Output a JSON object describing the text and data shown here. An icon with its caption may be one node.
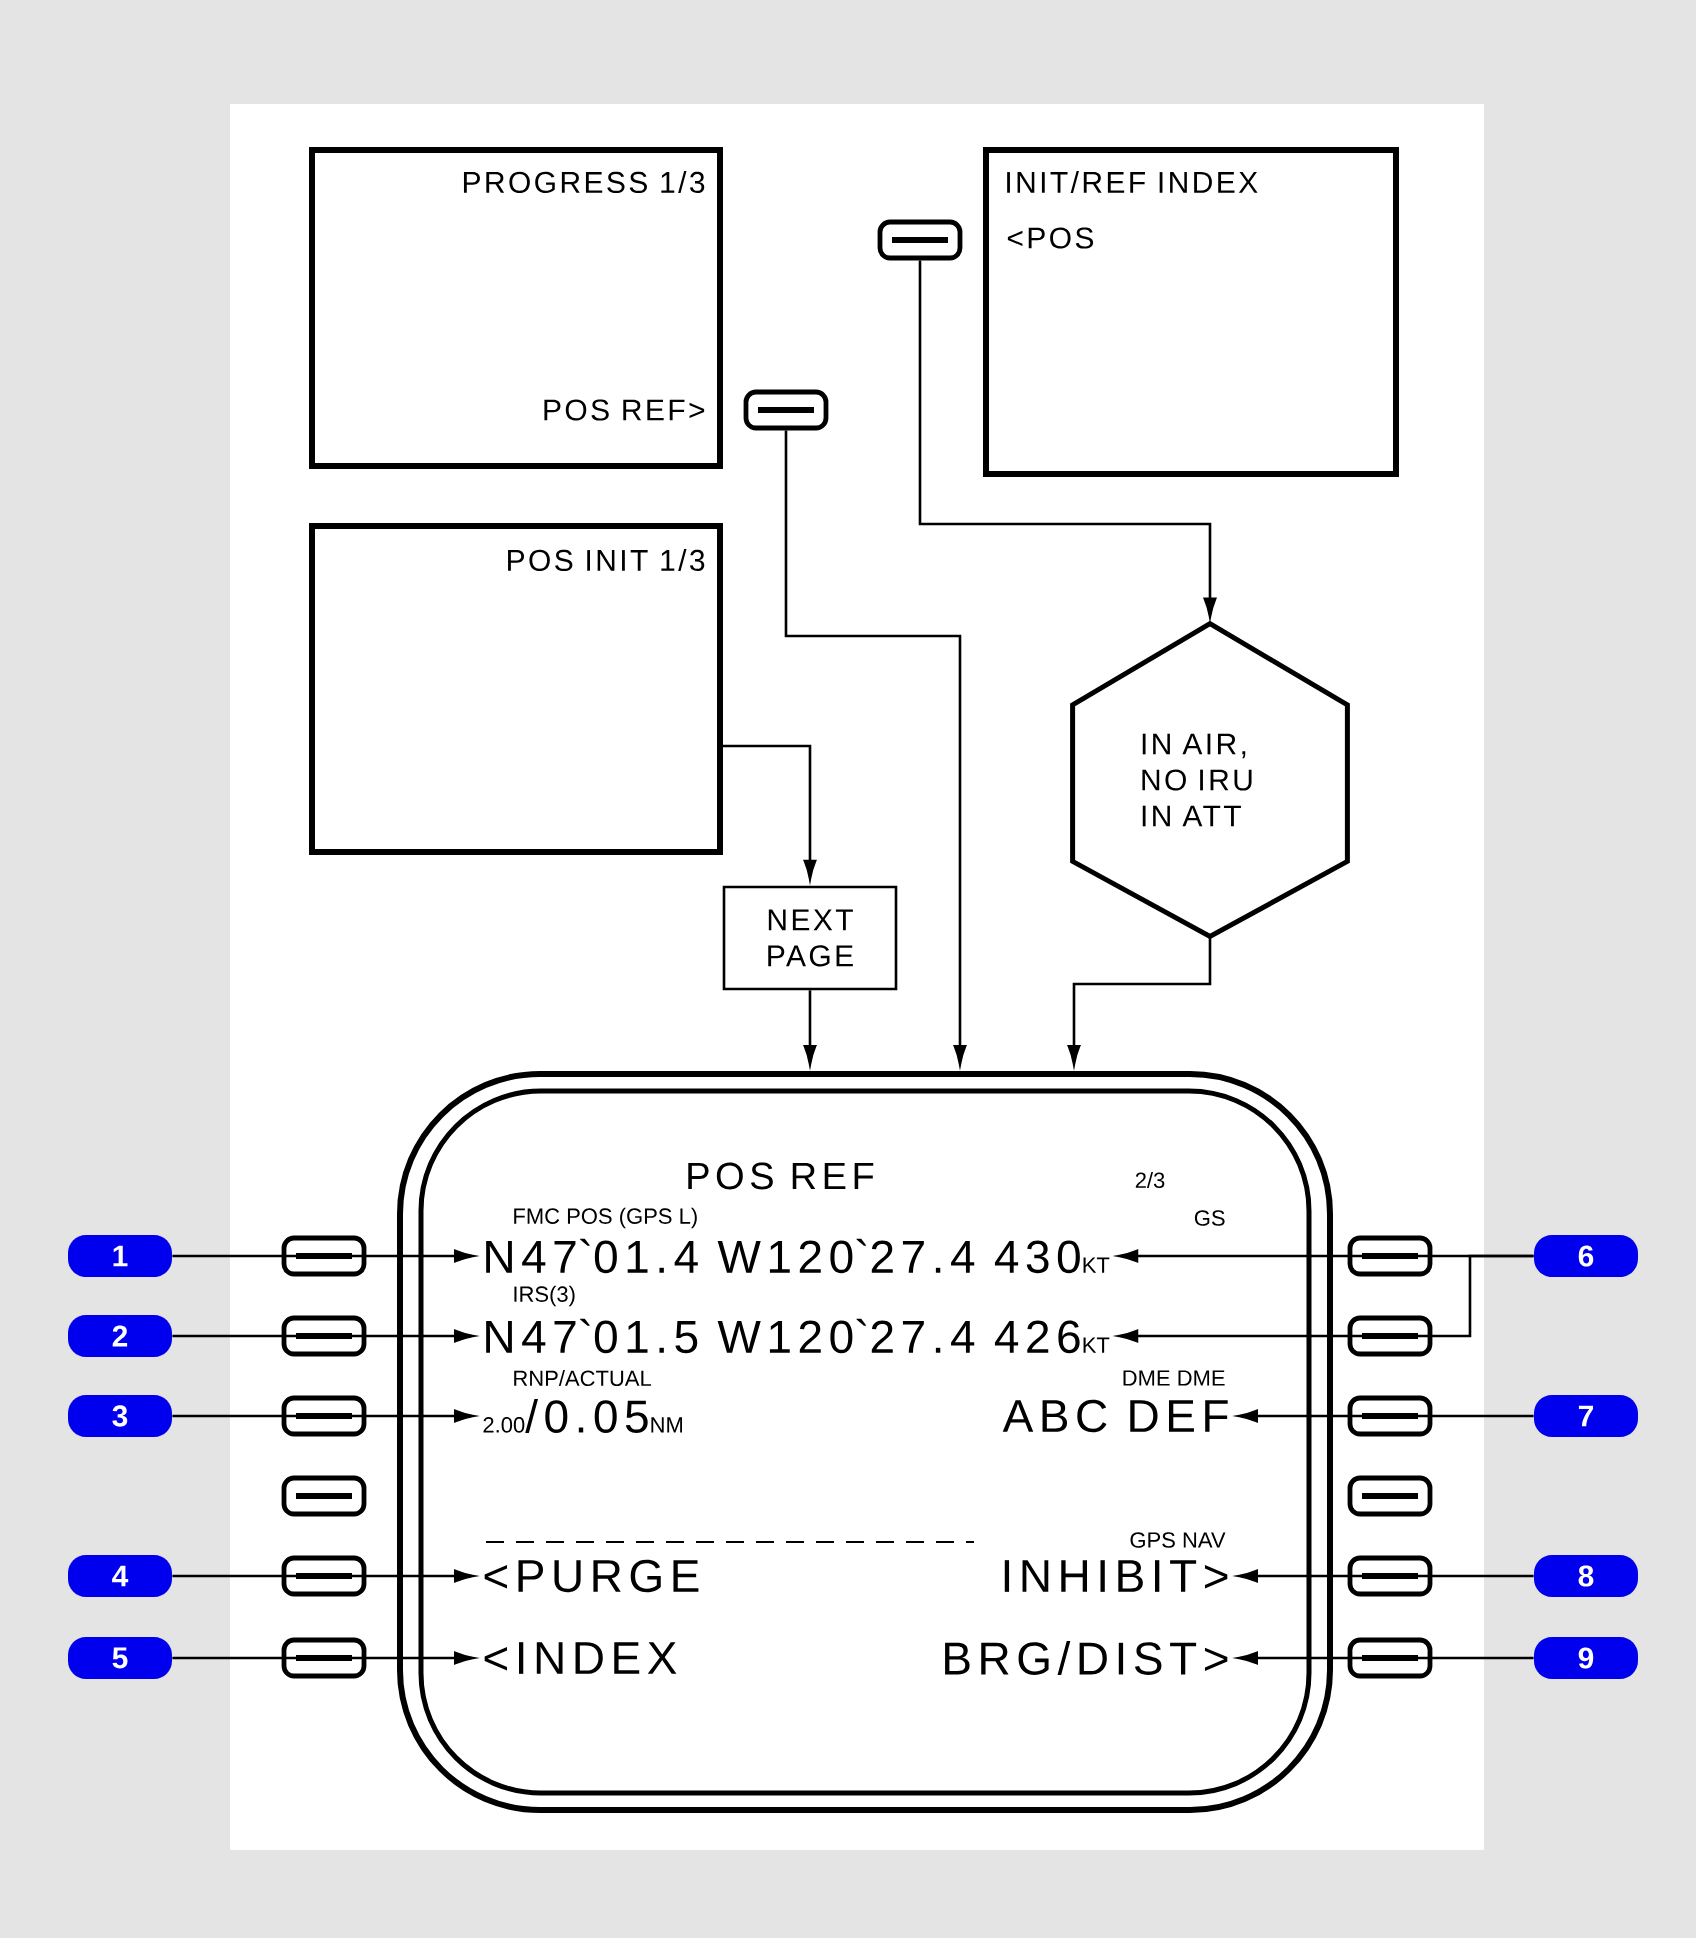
{
  "diagram": {
    "nodes": [
      {
        "text": [
          "PROGRESS 1/3",
          "POS REF>"
        ]
      },
      {
        "text": [],
        "shape": "button"
      },
      {
        "text": [],
        "shape": "button"
      },
      {
        "text": [
          "INIT/REF INDEX",
          "<POS"
        ]
      },
      {
        "text": [
          "POS INIT 1/3"
        ]
      },
      {
        "text": [
          "IN AIR, NO IRU IN ATT"
        ]
      },
      {
        "text": [
          "NEXT PAGE"
        ]
      },
      {
        "text": [
          "POS REF",
          "2/3"
        ]
      },
      {
        "text": [
          "N47`01.4 W120`27.4 430",
          "KT"
        ],
        "in": 7
      },
      {
        "text": [
          "N47`01.5 W120`27.4 426",
          "KT"
        ],
        "in": 7
      },
      {
        "text": [
          "2.00",
          "/0.05",
          "NM"
        ],
        "in": 7
      },
      {
        "text": [
          "ABC DEF"
        ],
        "in": 7
      },
      {
        "text": [
          "<PURGE"
        ],
        "in": 7
      },
      {
        "text": [
          "INHIBIT>"
        ],
        "in": 7
      },
      {
        "text": [
          "<INDEX"
        ],
        "in": 7
      },
      {
        "text": [
          "BRG/DIST>"
        ],
        "in": 7
      },
      {
        "text": [
          "1"
        ]
      },
      {
        "text": [
          "2"
        ]
      },
      {
        "text": [
          "3"
        ]
      },
      {
        "text": [
          "4"
        ]
      },
      {
        "text": [
          "5"
        ]
      },
      {
        "text": [
          "6"
        ]
      },
      {
        "text": [
          "7"
        ]
      },
      {
        "text": [
          "8"
        ]
      },
      {
        "text": [
          "9"
        ]
      }
    ],
    "edges": [
      {
        "from": 1,
        "to": 7,
        "arrow": "to"
      },
      {
        "from": 2,
        "to": 5,
        "arrow": "to"
      },
      {
        "from": 4,
        "to": 6,
        "arrow": "to"
      },
      {
        "from": 6,
        "to": 7,
        "arrow": "to"
      },
      {
        "from": 5,
        "to": 7,
        "arrow": "to"
      },
      {
        "from": 16,
        "to": 8,
        "arrow": "to"
      },
      {
        "from": 17,
        "to": 9,
        "arrow": "to"
      },
      {
        "from": 18,
        "to": 10,
        "arrow": "to"
      },
      {
        "from": 19,
        "to": 12,
        "arrow": "to"
      },
      {
        "from": 20,
        "to": 14,
        "arrow": "to"
      },
      {
        "from": 21,
        "to": 8,
        "arrow": "to"
      },
      {
        "from": 21,
        "to": 9,
        "arrow": "to"
      },
      {
        "from": 22,
        "to": 11,
        "arrow": "to"
      },
      {
        "from": 23,
        "to": 13,
        "arrow": "to"
      },
      {
        "from": 24,
        "to": 15,
        "arrow": "to"
      }
    ],
    "labels": [
      "FMC POS (GPS L)",
      "GS",
      "IRS(3)",
      "RNP/ACTUAL",
      "DME DME",
      "GPS NAV"
    ]
  }
}
